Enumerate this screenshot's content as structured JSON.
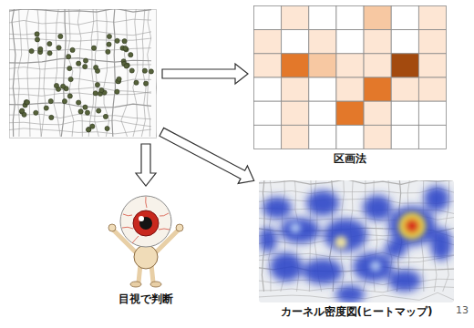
{
  "diagram": {
    "nodes": [
      {
        "text": []
      },
      {
        "text": [
          "区画法"
        ]
      },
      {
        "text": [
          "目視で判断"
        ]
      },
      {
        "text": [
          "カーネル密度図(ヒートマップ)"
        ]
      }
    ],
    "edges": [
      {
        "from": 0,
        "to": 1,
        "arrow": "to"
      },
      {
        "from": 0,
        "to": 2,
        "arrow": "to"
      },
      {
        "from": 0,
        "to": 3,
        "arrow": "to"
      }
    ],
    "labels": [
      "13"
    ]
  }
}
